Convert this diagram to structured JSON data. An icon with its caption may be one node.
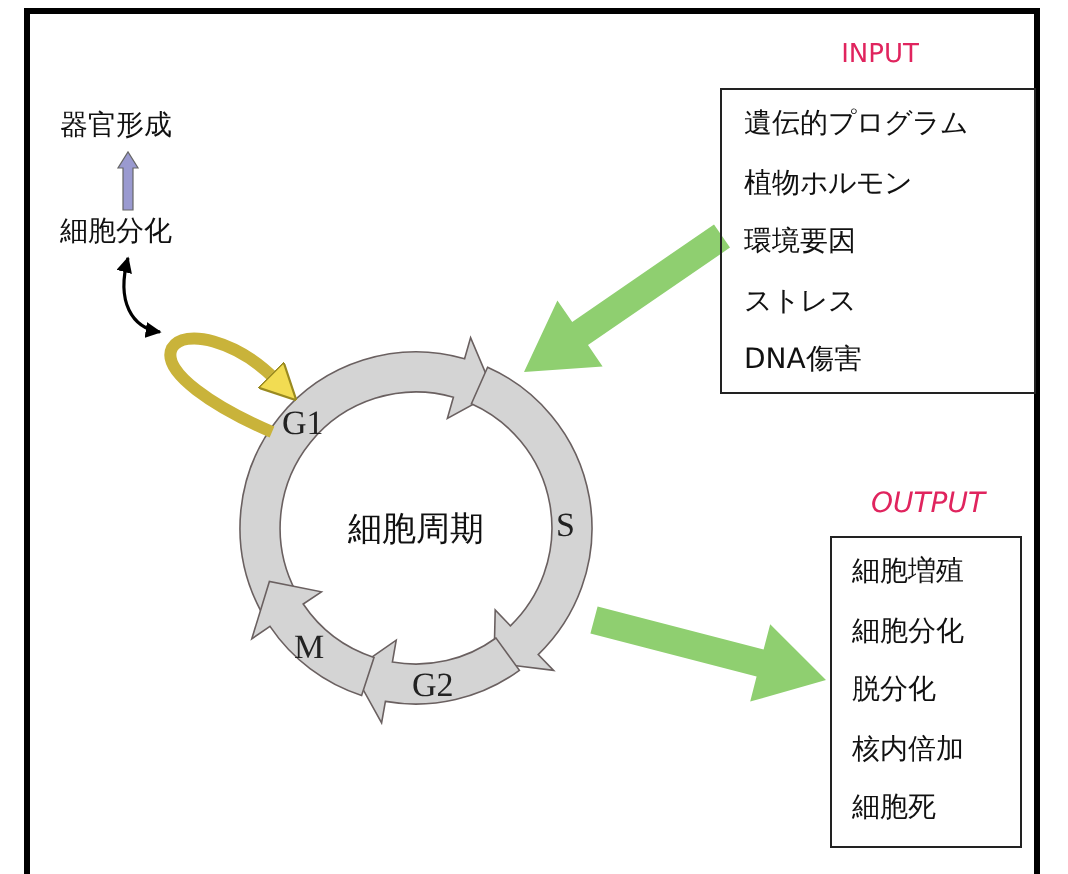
{
  "diagram": {
    "nodes": [
      {
        "text": [
          "器官形成"
        ]
      },
      {
        "text": [
          "細胞分化"
        ]
      },
      {
        "text": [],
        "shape": "loop"
      },
      {
        "text": [
          "INPUT",
          "遺伝的プログラム",
          "植物ホルモン",
          "環境要因",
          "ストレス",
          "DNA傷害"
        ]
      },
      {
        "text": [
          "細胞周期"
        ]
      },
      {
        "text": [
          "OUTPUT",
          "細胞増殖",
          "細胞分化",
          "脱分化",
          "核内倍加",
          "細胞死"
        ]
      }
    ],
    "edges": [
      {
        "from": 1,
        "to": 0,
        "arrow": "to",
        "color": "#9a9ad0"
      },
      {
        "from": 1,
        "to": 2,
        "arrow": "both",
        "color": "#000000"
      },
      {
        "from": 3,
        "to": 4,
        "arrow": "to",
        "style": "thick",
        "color": "#8fcf70"
      },
      {
        "from": 4,
        "to": 5,
        "arrow": "to",
        "style": "thick",
        "color": "#8fcf70"
      }
    ],
    "labels": [
      "G1",
      "S",
      "M",
      "G2"
    ]
  }
}
